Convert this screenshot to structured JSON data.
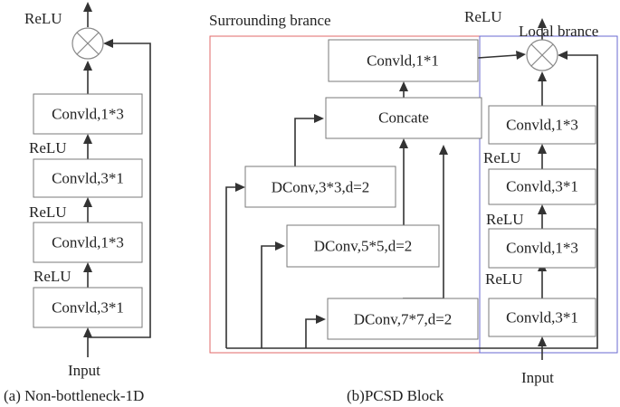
{
  "panel_a": {
    "caption": "(a) Non-bottleneck-1D",
    "input_label": "Input",
    "output_label": "ReLU",
    "blocks": [
      {
        "label": "Convld,1*3"
      },
      {
        "label": "Convld,3*1"
      },
      {
        "label": "Convld,1*3"
      },
      {
        "label": "Convld,3*1"
      }
    ],
    "relu_labels": [
      "ReLU",
      "ReLU",
      "ReLU"
    ]
  },
  "panel_b": {
    "caption": "(b)PCSD Block",
    "input_label": "Input",
    "output_label": "ReLU",
    "surrounding_label": "Surrounding brance",
    "local_label": "Local brance",
    "surrounding_color": "#e06a6a",
    "local_color": "#6a6ad0",
    "conv_out": "Convld,1*1",
    "concate": "Concate",
    "dconvs": [
      "DConv,3*3,d=2",
      "DConv,5*5,d=2",
      "DConv,7*7,d=2"
    ],
    "local_blocks": [
      {
        "label": "Convld,1*3"
      },
      {
        "label": "Convld,3*1"
      },
      {
        "label": "Convld,1*3"
      },
      {
        "label": "Convld,3*1"
      }
    ],
    "relu_labels": [
      "ReLU",
      "ReLU",
      "ReLU"
    ]
  }
}
